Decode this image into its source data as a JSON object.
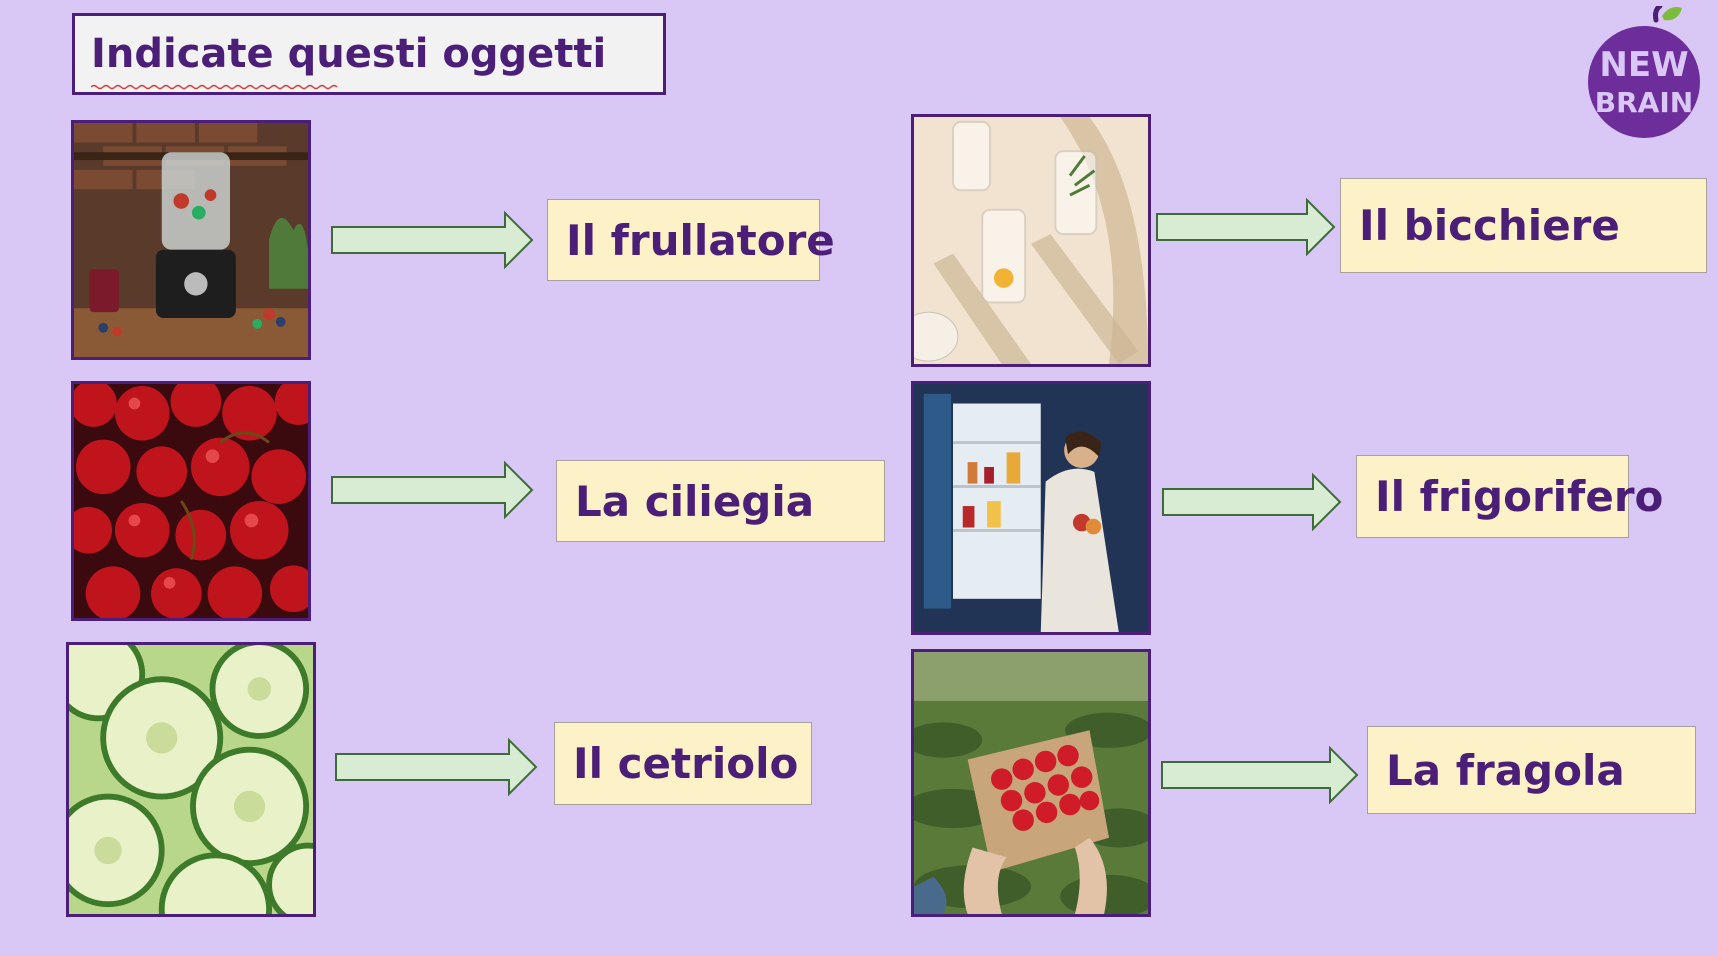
{
  "slide": {
    "title": "Indicate questi oggetti",
    "items": [
      {
        "label": "Il frullatore",
        "image": "blender-photo"
      },
      {
        "label": "La ciliegia",
        "image": "cherries-photo"
      },
      {
        "label": "Il cetriolo",
        "image": "cucumber-photo"
      },
      {
        "label": "Il bicchiere",
        "image": "glasses-photo"
      },
      {
        "label": "Il frigorifero",
        "image": "fridge-photo"
      },
      {
        "label": "La fragola",
        "image": "strawberries-photo"
      }
    ]
  },
  "logo": {
    "text_line1": "NEW",
    "text_line2": "BRAIN"
  },
  "colors": {
    "background": "#d9c8f5",
    "accent": "#4b1e78",
    "label_fill": "#fdf2c7",
    "arrow_fill": "#d8ecd4",
    "arrow_stroke": "#3d6b3a"
  }
}
